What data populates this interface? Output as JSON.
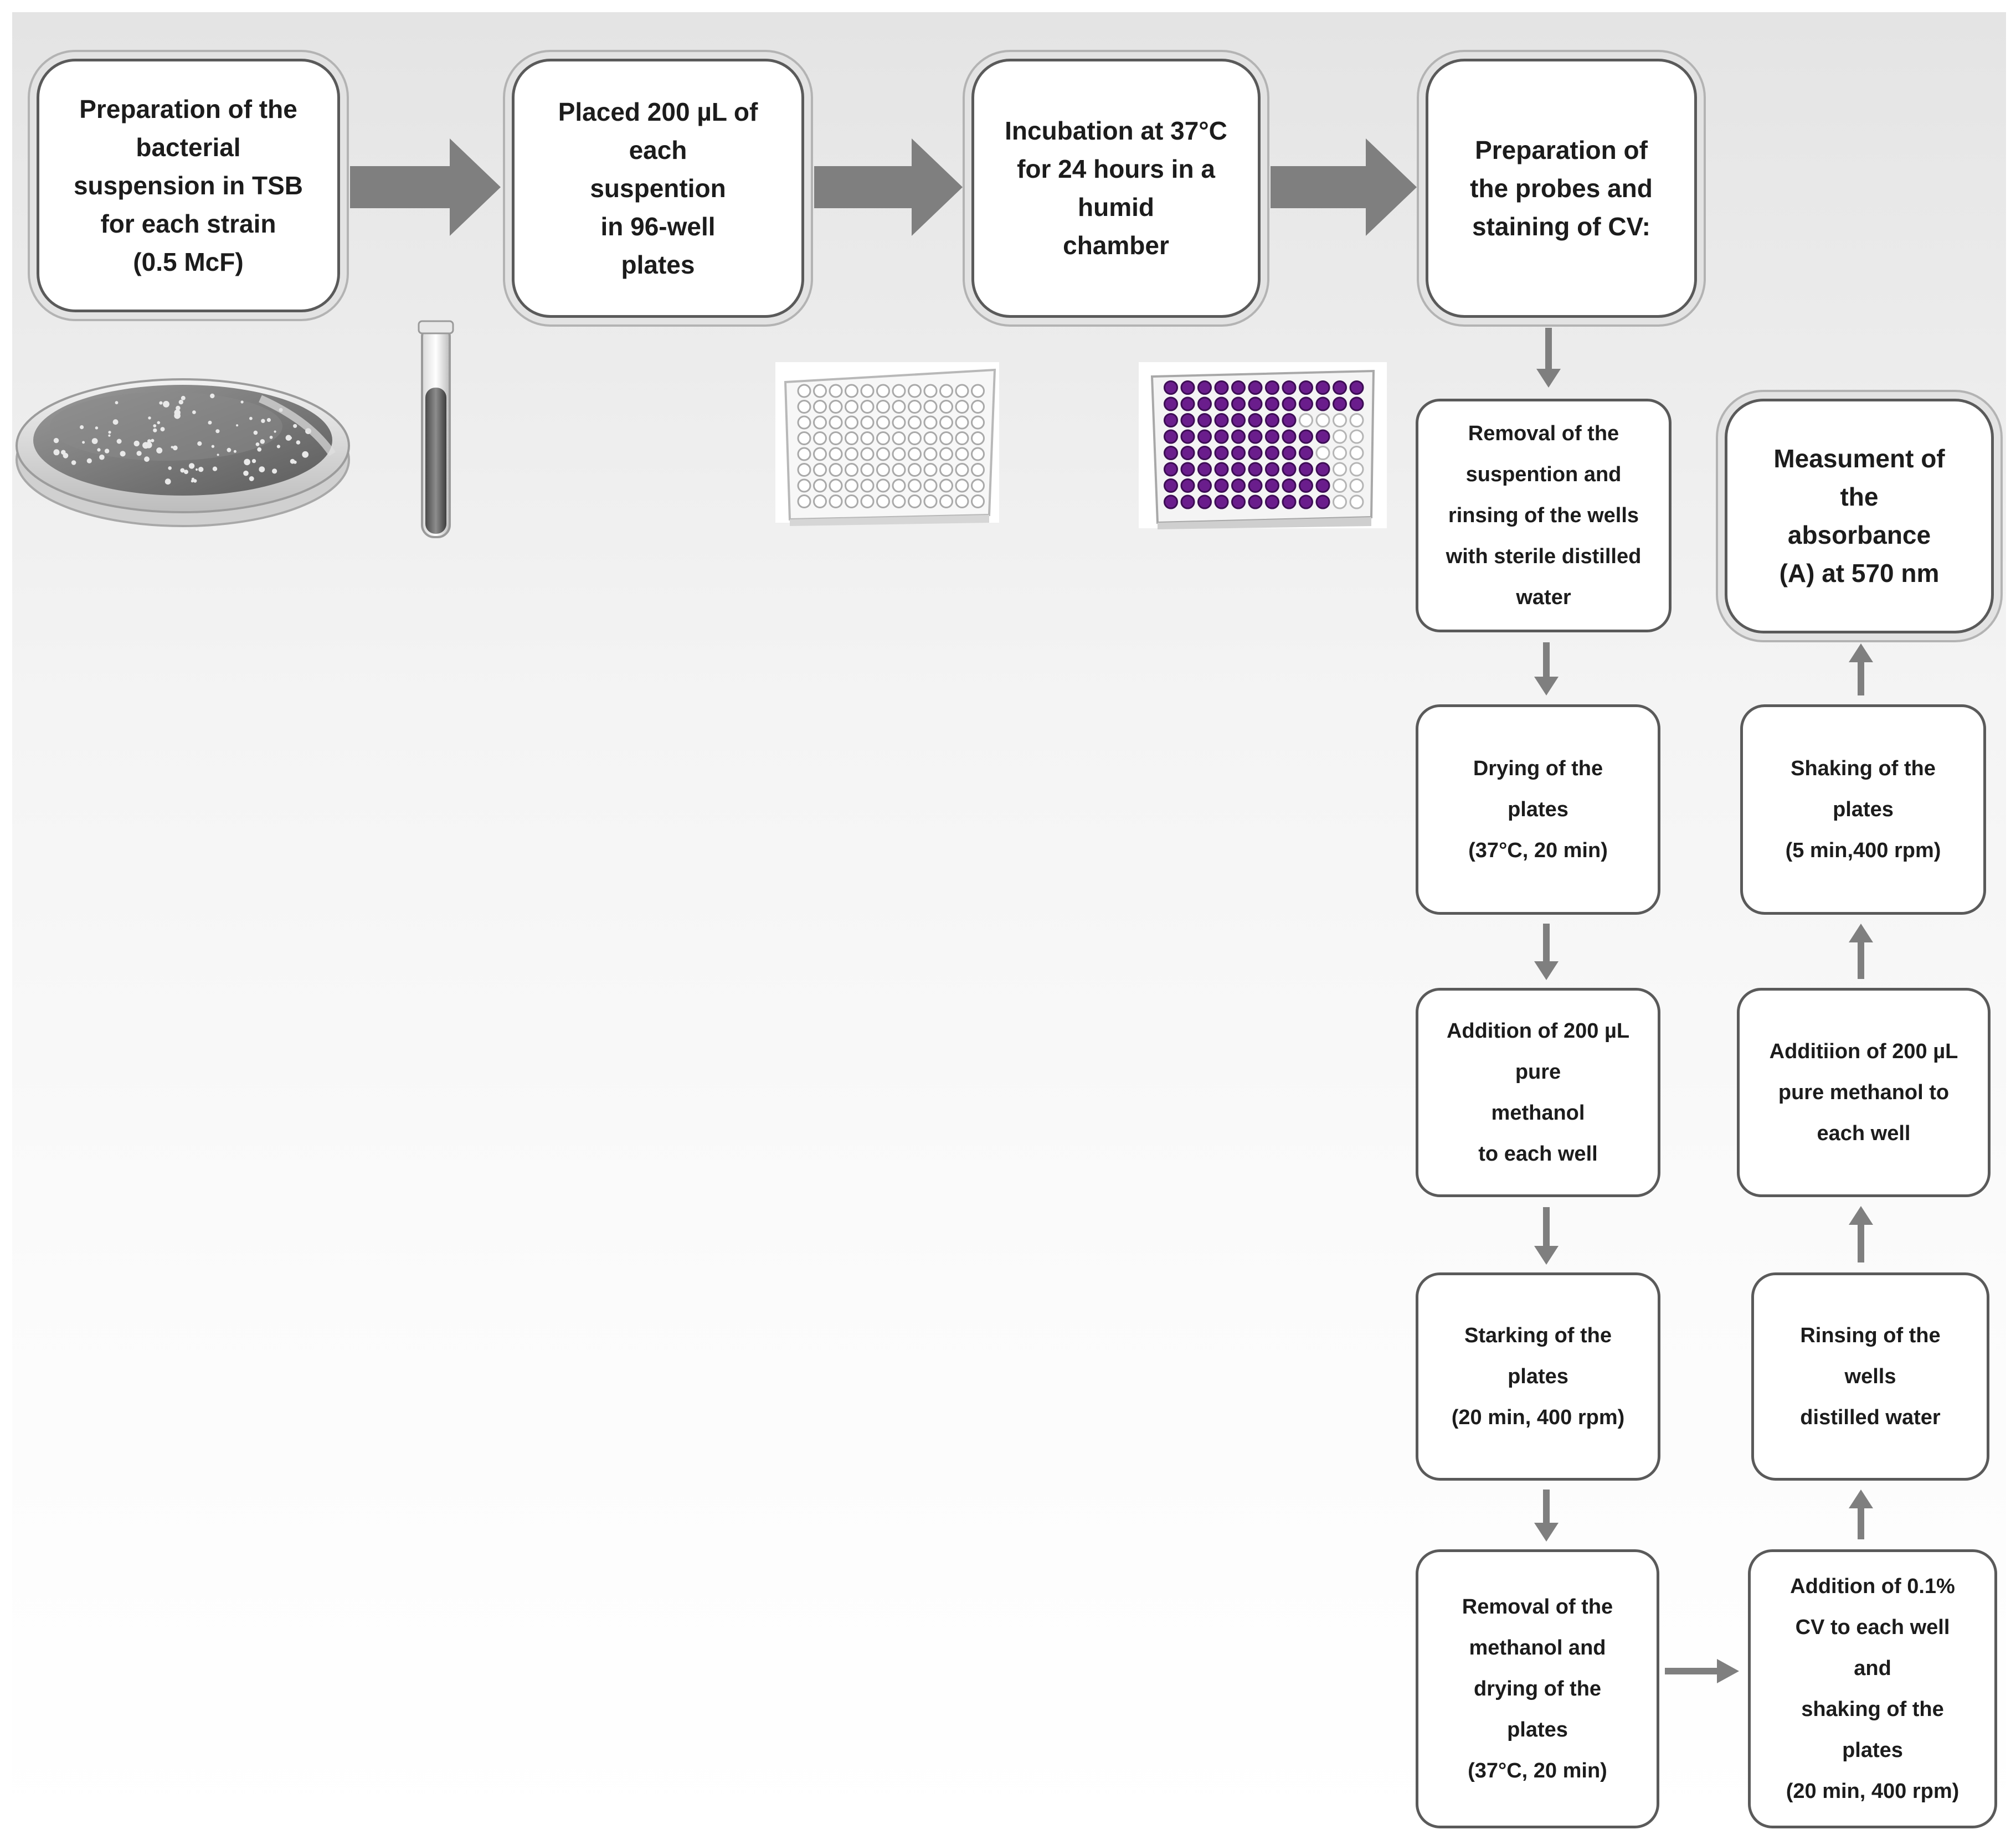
{
  "top_steps": [
    "Preparation of the\nbacterial\nsuspension in TSB\nfor each strain\n(0.5 McF)",
    "Placed 200 µL of\neach\nsuspention\nin 96-well\nplates",
    "Incubation at 37°C\nfor 24 hours in a\nhumid\nchamber",
    "Preparation of\nthe probes and\nstaining of CV:"
  ],
  "left_column": [
    "Removal of the\nsuspention and\nrinsing of the wells\nwith sterile distilled\nwater",
    "Drying of the\nplates\n(37°C, 20 min)",
    "Addition of 200 µL\npure\nmethanol\nto each well",
    "Starking of the\nplates\n(20 min, 400 rpm)",
    "Removal of the\nmethanol and\ndrying of the\nplates\n(37°C, 20 min)"
  ],
  "right_column": [
    "Measument of\nthe\nabsorbance\n(A) at 570 nm",
    "Shaking of the\nplates\n(5 min,400 rpm)",
    "Additiion of 200 µL\npure methanol to\neach well",
    "Rinsing of the\nwells\ndistilled water",
    "Addition of 0.1%\nCV to each well\nand\nshaking of the\nplates\n(20 min, 400 rpm)"
  ],
  "colors": {
    "arrow": "#7f7f7f",
    "box_border": "#5a5a5a",
    "stain_purple": "#6a1d8c"
  },
  "illustrations": [
    "petri-dish",
    "test-tube",
    "empty-96-well-plate",
    "stained-96-well-plate"
  ]
}
